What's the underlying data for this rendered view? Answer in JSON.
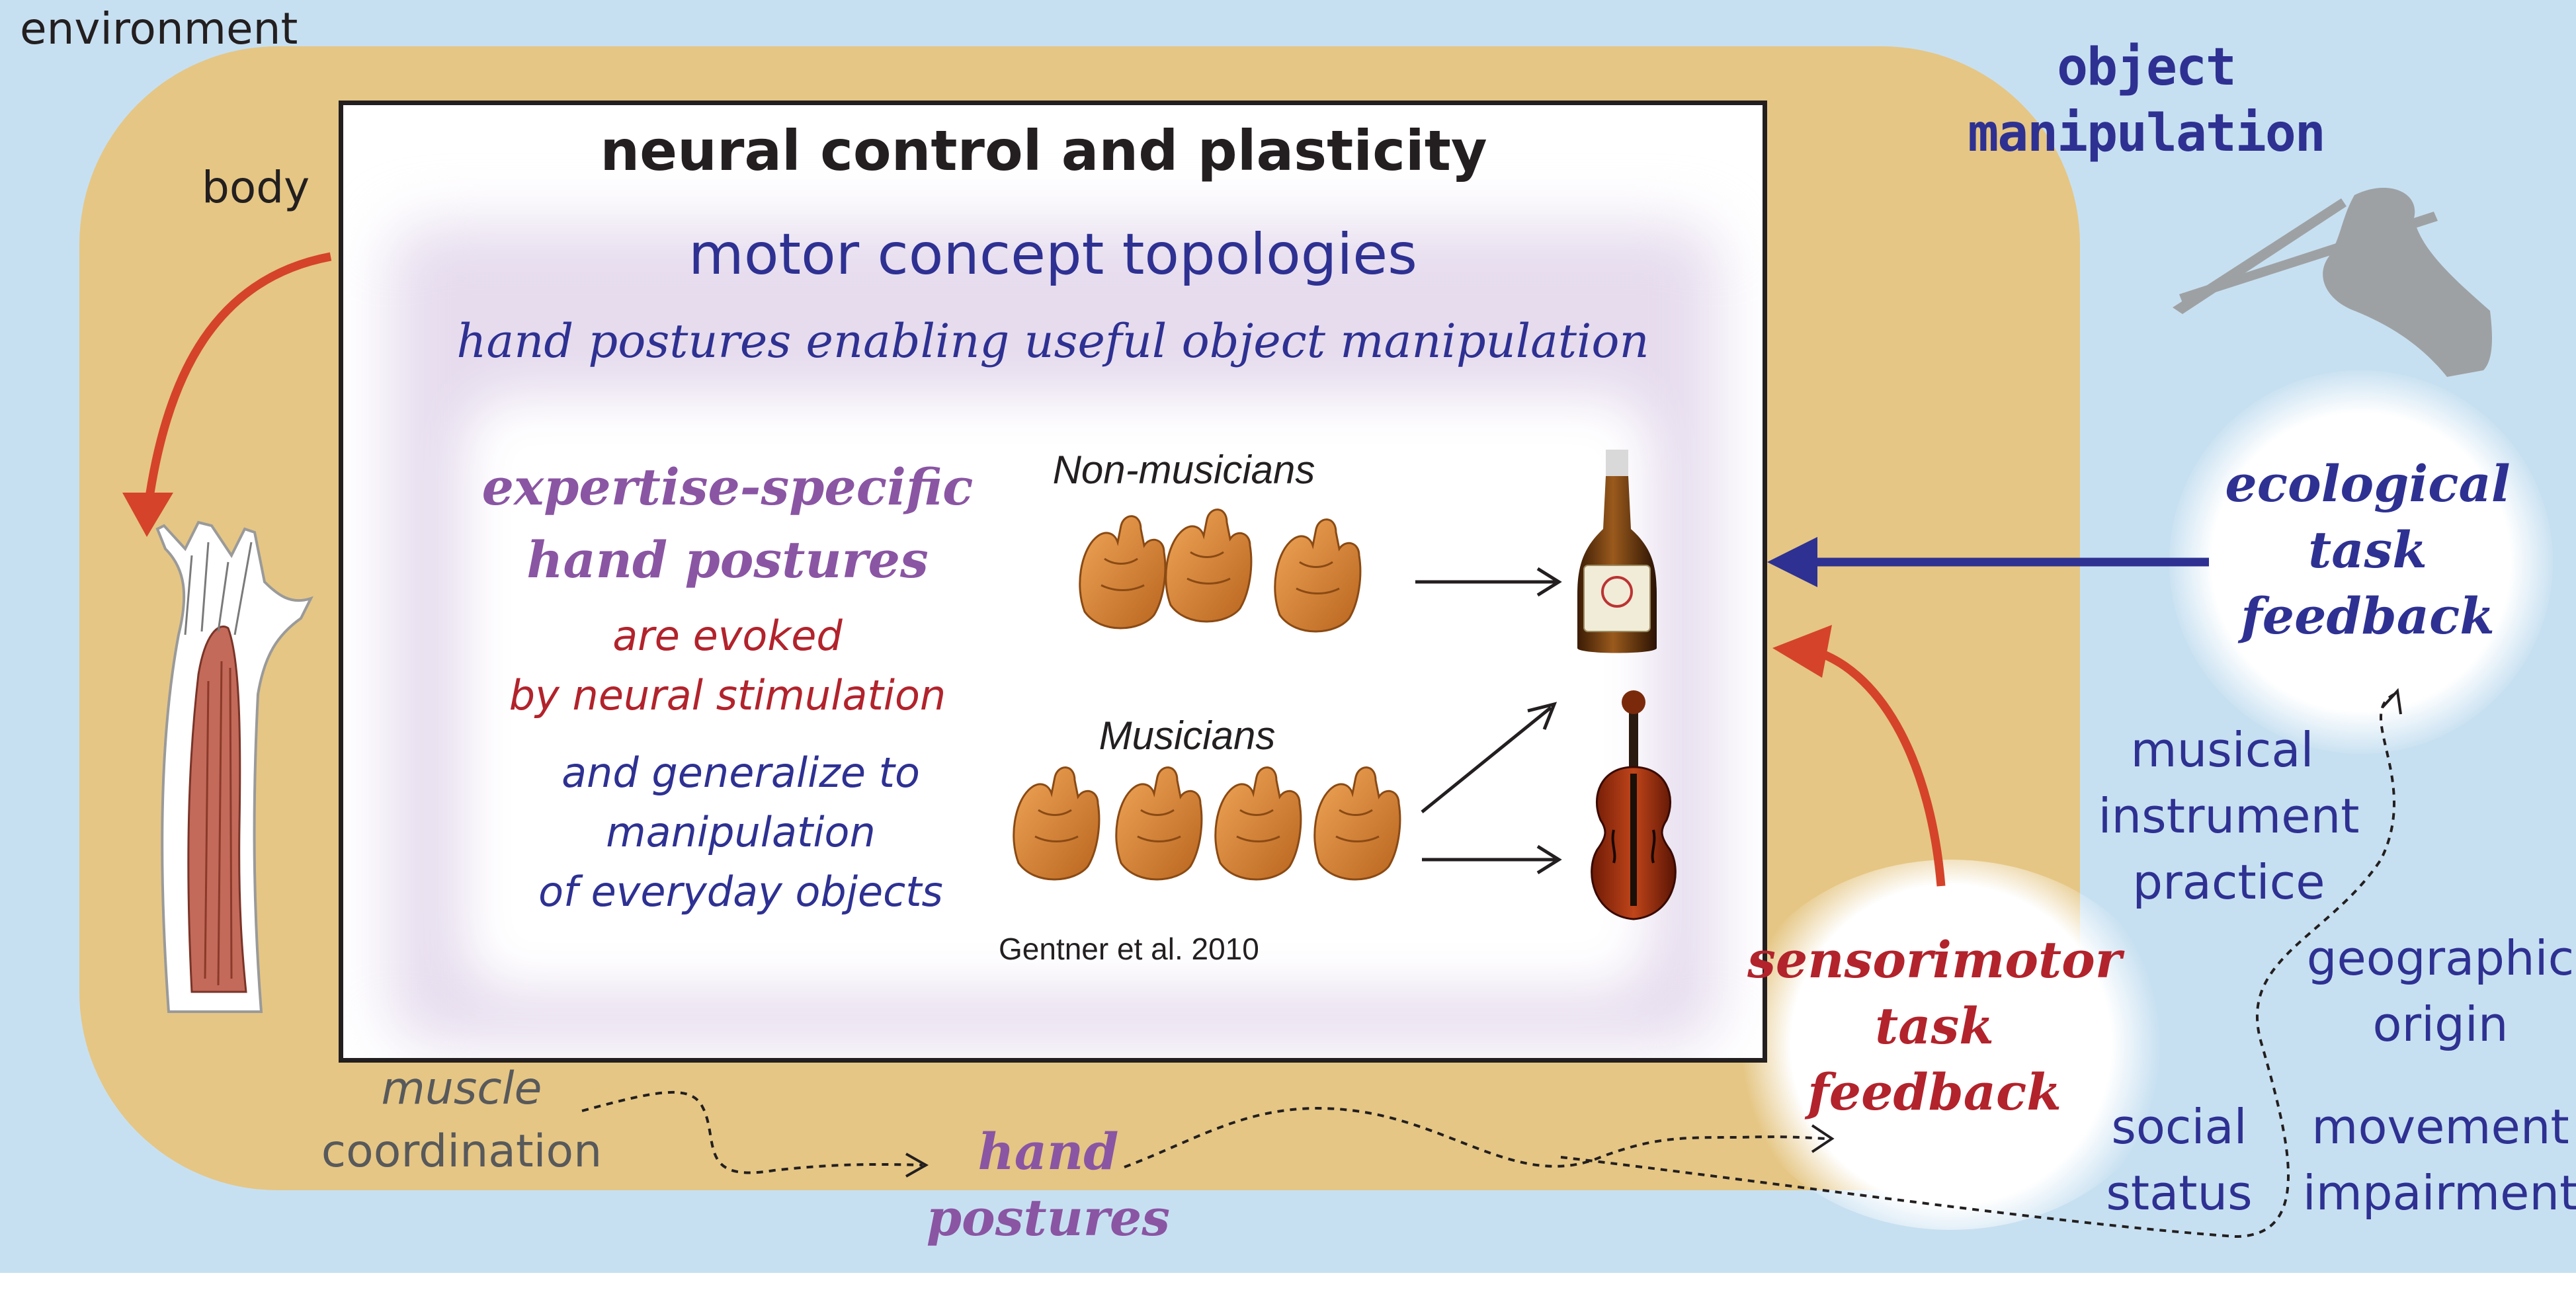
{
  "labels": {
    "environment": "environment",
    "body": "body",
    "title": "neural control and plasticity",
    "motor_topologies": "motor concept topologies",
    "hand_postures_enabling": "hand postures enabling useful object manipulation",
    "expertise_line1": "expertise-specific",
    "expertise_line2": "hand postures",
    "evoked_line1": "are evoked",
    "evoked_line2": "by neural stimulation",
    "generalize_line1": "and generalize to",
    "generalize_line2": "manipulation",
    "generalize_line3": "of everyday objects",
    "non_musicians": "Non-musicians",
    "musicians": "Musicians",
    "citation": "Gentner et al. 2010",
    "object_manip_line1": "object",
    "object_manip_line2": "manipulation",
    "ecological_line1": "ecological",
    "ecological_line2": "task",
    "ecological_line3": "feedback",
    "sensorimotor_line1": "sensorimotor",
    "sensorimotor_line2": "task",
    "sensorimotor_line3": "feedback",
    "musical_line1": "musical",
    "musical_line2": "instrument",
    "musical_line3": "practice",
    "geographic_line1": "geographic",
    "geographic_line2": "origin",
    "social_line1": "social",
    "social_line2": "status",
    "movement_line1": "movement",
    "movement_line2": "impairment",
    "muscle_line1": "muscle",
    "muscle_line2": "coordination",
    "hand_postures_bottom_line1": "hand",
    "hand_postures_bottom_line2": "postures"
  },
  "colors": {
    "environment_bg": "#c7e0f1",
    "body_bg": "#e5c684",
    "blue_text": "#2e3192",
    "purple_text": "#8a55a3",
    "red_text": "#b2232c",
    "orange_arrow": "#d4432a",
    "skin": "#d9823a"
  },
  "icons": {
    "arm": "forearm-anatomy-icon",
    "chopsticks": "chopsticks-hand-icon",
    "bottle": "beer-bottle-icon",
    "violin": "violin-icon",
    "hand": "hand-posture-icon"
  }
}
